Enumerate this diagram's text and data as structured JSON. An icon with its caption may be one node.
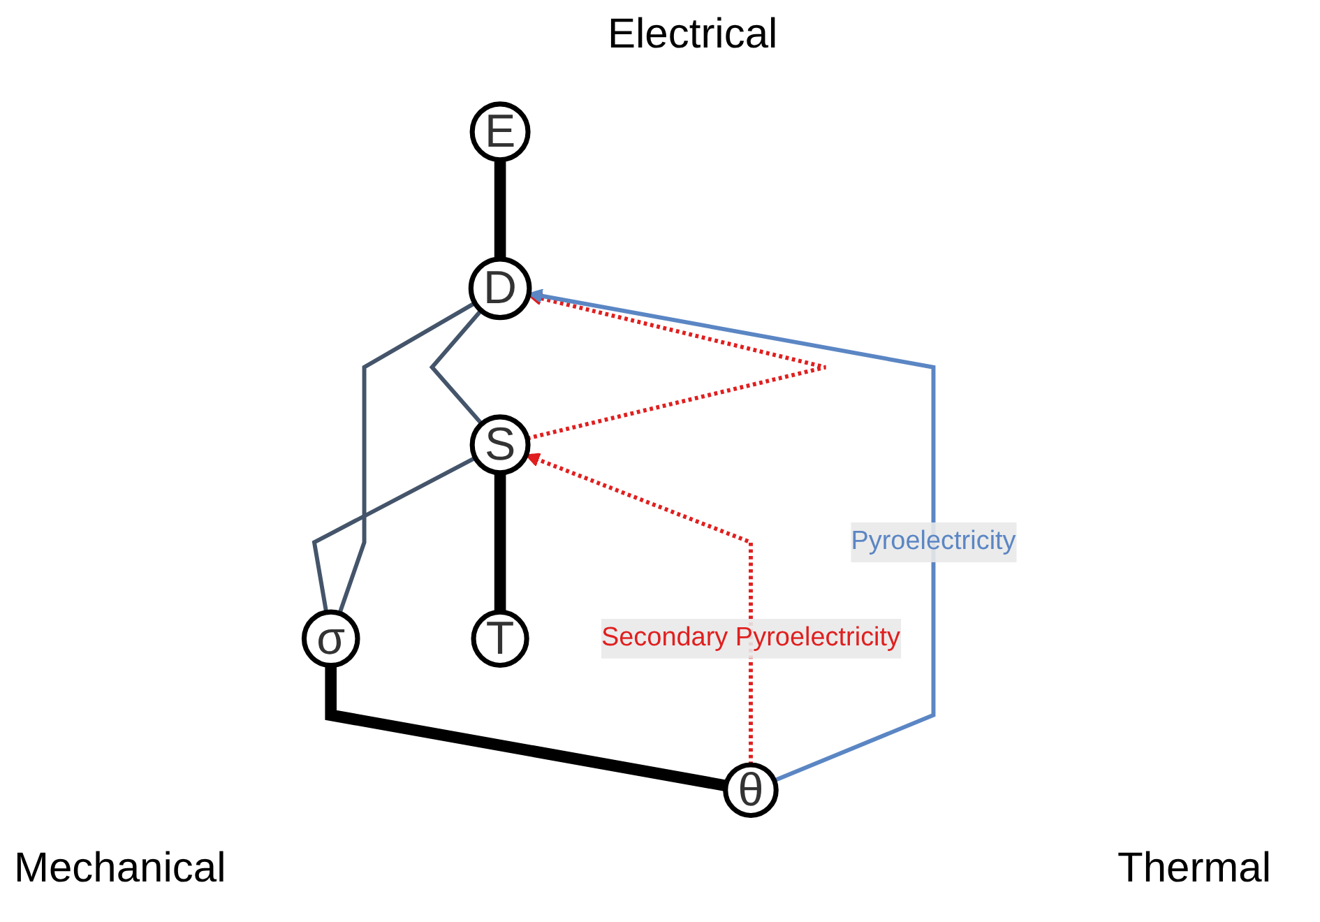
{
  "diagram": {
    "nodes": [
      {
        "text": [
          "E"
        ]
      },
      {
        "text": [
          "D"
        ]
      },
      {
        "text": [
          "S"
        ]
      },
      {
        "text": [
          "σ"
        ]
      },
      {
        "text": [
          "T"
        ]
      },
      {
        "text": [
          "θ"
        ]
      }
    ],
    "edges": [
      {
        "from": 0,
        "to": 1,
        "arrow": "none",
        "style": "thick"
      },
      {
        "from": 1,
        "to": 2,
        "arrow": "none",
        "color": "#44546a"
      },
      {
        "from": 2,
        "to": 3,
        "arrow": "none",
        "color": "#44546a"
      },
      {
        "from": 3,
        "to": 1,
        "arrow": "none",
        "color": "#44546a"
      },
      {
        "from": 2,
        "to": 4,
        "arrow": "none",
        "style": "thick"
      },
      {
        "from": 3,
        "to": 5,
        "arrow": "none",
        "style": "thick"
      },
      {
        "from": 2,
        "to": 1,
        "arrow": "to",
        "style": "dashed",
        "color": "#e01f1f"
      },
      {
        "from": 5,
        "to": 2,
        "arrow": "to",
        "style": "dashed",
        "color": "#e01f1f",
        "label": "Secondary Pyroelectricity"
      },
      {
        "from": 5,
        "to": 1,
        "arrow": "to",
        "color": "#5b86c4",
        "label": "Pyroelectricity"
      }
    ],
    "labels": [
      "Electrical",
      "Mechanical",
      "Thermal"
    ]
  }
}
